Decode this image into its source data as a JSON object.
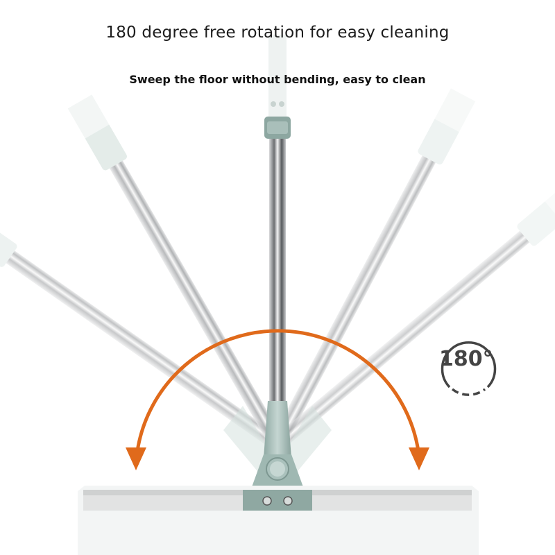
{
  "headline": "180 degree free rotation for easy cleaning",
  "subheadline": "Sweep the floor without bending, easy to clean",
  "badge": {
    "label": "180°",
    "icon": "rotation-180-icon"
  },
  "arrow": {
    "color": "#e06a1b",
    "direction": "both-ends-down",
    "icon": "curved-double-arrow-icon"
  },
  "product": {
    "name": "squeegee-mop",
    "handle_positions": [
      "far-left",
      "left",
      "center",
      "right",
      "far-right"
    ],
    "joint_color": "#9fb9b3",
    "handle_color": "#b9bcbf"
  }
}
